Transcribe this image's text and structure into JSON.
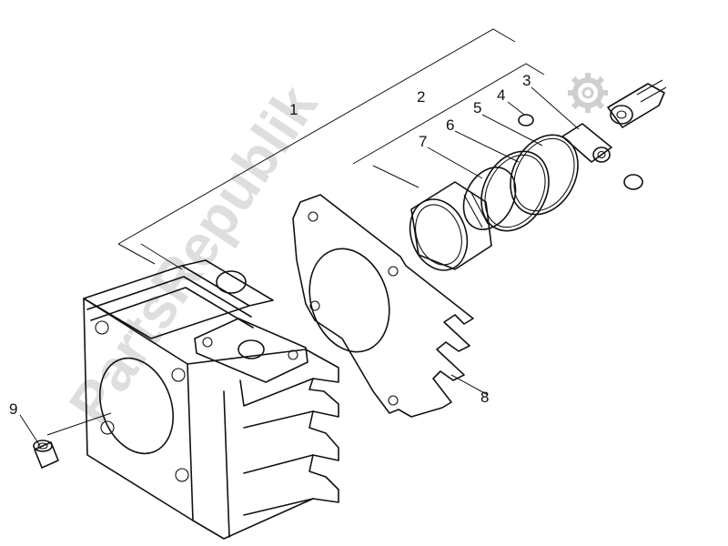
{
  "watermark": {
    "text": "PartsRepublik"
  },
  "callouts": [
    {
      "id": "1",
      "label": "1"
    },
    {
      "id": "2",
      "label": "2"
    },
    {
      "id": "3",
      "label": "3"
    },
    {
      "id": "4",
      "label": "4"
    },
    {
      "id": "5",
      "label": "5"
    },
    {
      "id": "6",
      "label": "6"
    },
    {
      "id": "7",
      "label": "7"
    },
    {
      "id": "8",
      "label": "8"
    },
    {
      "id": "9",
      "label": "9"
    }
  ]
}
